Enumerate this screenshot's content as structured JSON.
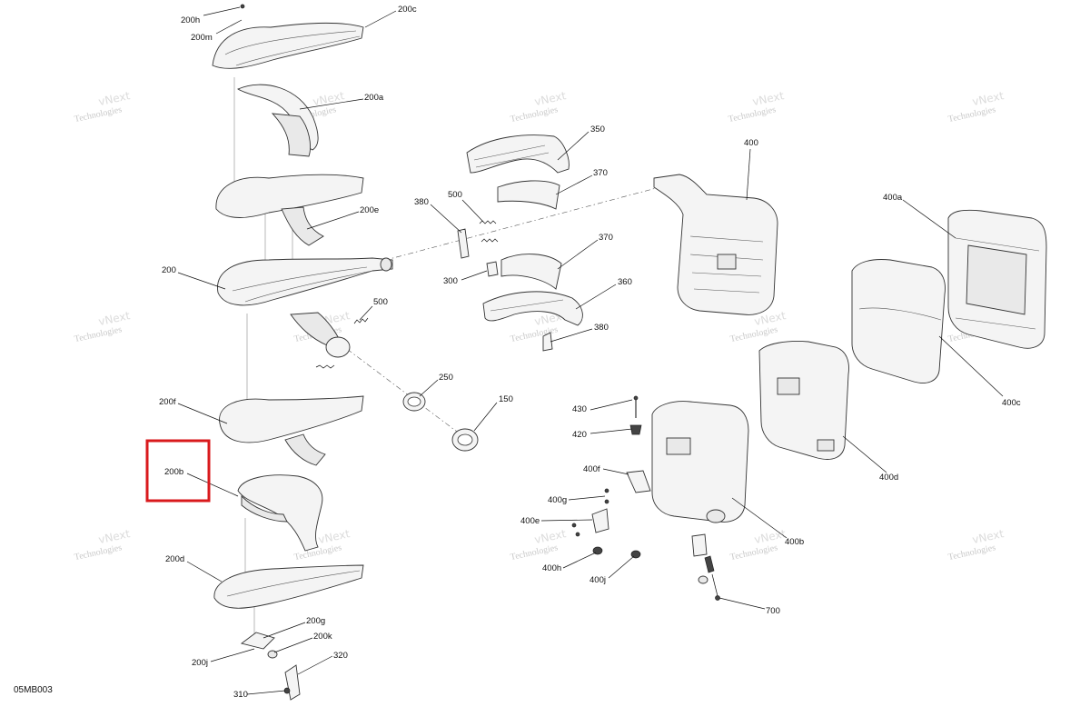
{
  "diagram": {
    "document_id": "05MB003",
    "watermark": {
      "line1": "vNext",
      "line2": "Technologies"
    },
    "callouts": {
      "c200h": "200h",
      "c200m": "200m",
      "c200c": "200c",
      "c200a": "200a",
      "c200e": "200e",
      "c200": "200",
      "c200f": "200f",
      "c200b": "200b",
      "c200d": "200d",
      "c200g": "200g",
      "c200k": "200k",
      "c200j": "200j",
      "c320": "320",
      "c310": "310",
      "c350": "350",
      "c370a": "370",
      "c370b": "370",
      "c380a": "380",
      "c500a": "500",
      "c300": "300",
      "c360": "360",
      "c380b": "380",
      "c500b": "500",
      "c250": "250",
      "c150": "150",
      "c400": "400",
      "c400a": "400a",
      "c400c": "400c",
      "c400d": "400d",
      "c400b": "400b",
      "c430": "430",
      "c420": "420",
      "c400f": "400f",
      "c400g": "400g",
      "c400e": "400e",
      "c400h": "400h",
      "c400j": "400j",
      "c700": "700"
    },
    "highlight": {
      "color": "#d9191c",
      "target": "200b"
    }
  }
}
